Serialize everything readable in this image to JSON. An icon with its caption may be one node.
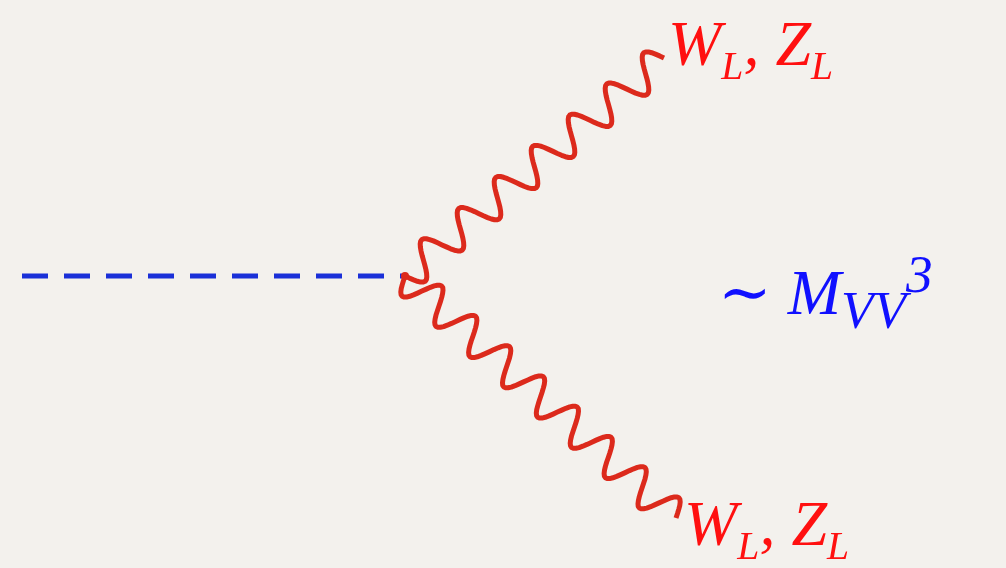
{
  "diagram": {
    "nodes": [
      {
        "text": [],
        "shape": "point"
      },
      {
        "text": [
          "W$_{L}$, Z$_{L}$"
        ]
      },
      {
        "text": [
          "W$_{L}$, Z$_{L}$"
        ]
      }
    ],
    "edges": [
      {
        "from": null,
        "to": 0,
        "arrow": "none",
        "style": "dashed",
        "color": "#1a30d8"
      },
      {
        "from": 0,
        "to": 1,
        "arrow": "none"
      },
      {
        "from": 0,
        "to": 2,
        "arrow": "none"
      }
    ],
    "labels": [
      "∼ M$_{VV}$$^{3}$"
    ]
  }
}
